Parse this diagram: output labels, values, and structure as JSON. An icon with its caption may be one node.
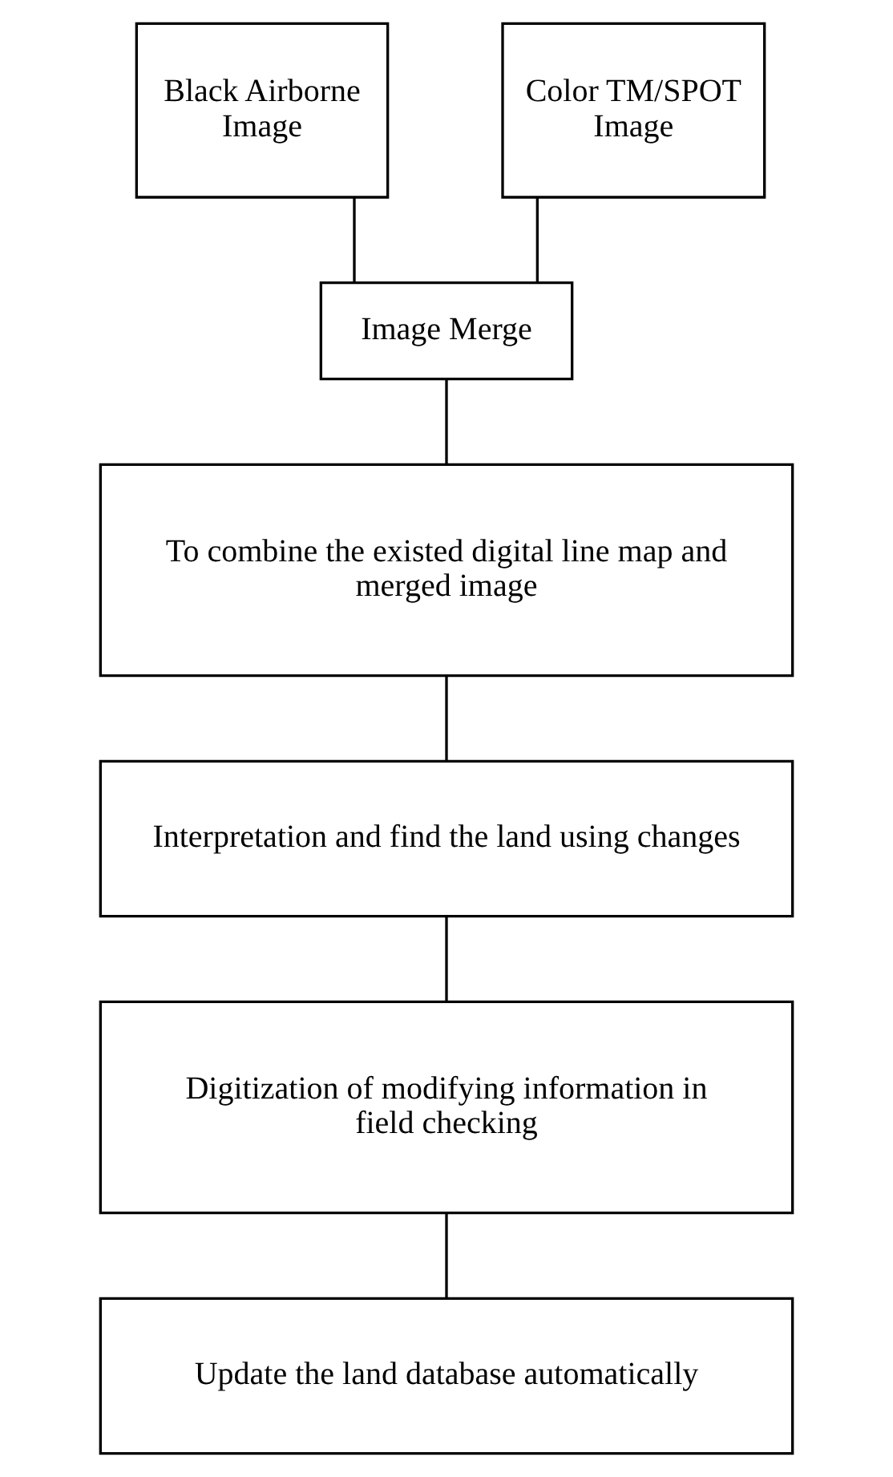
{
  "diagram": {
    "nodes": [
      {
        "text": [
          "Black Airborne Image"
        ]
      },
      {
        "text": [
          "Color TM/SPOT Image"
        ]
      },
      {
        "text": [
          "Image Merge"
        ]
      },
      {
        "text": [
          "To combine the existed digital line map and merged image"
        ]
      },
      {
        "text": [
          "Interpretation and find the land using changes"
        ]
      },
      {
        "text": [
          "Digitization of modifying information in field checking"
        ]
      },
      {
        "text": [
          "Update the land database automatically"
        ]
      }
    ],
    "edges": [
      {
        "from": 0,
        "to": 2,
        "arrow": "none"
      },
      {
        "from": 1,
        "to": 2,
        "arrow": "none"
      },
      {
        "from": 2,
        "to": 3,
        "arrow": "none"
      },
      {
        "from": 3,
        "to": 4,
        "arrow": "none"
      },
      {
        "from": 4,
        "to": 5,
        "arrow": "none"
      },
      {
        "from": 5,
        "to": 6,
        "arrow": "none"
      }
    ]
  }
}
